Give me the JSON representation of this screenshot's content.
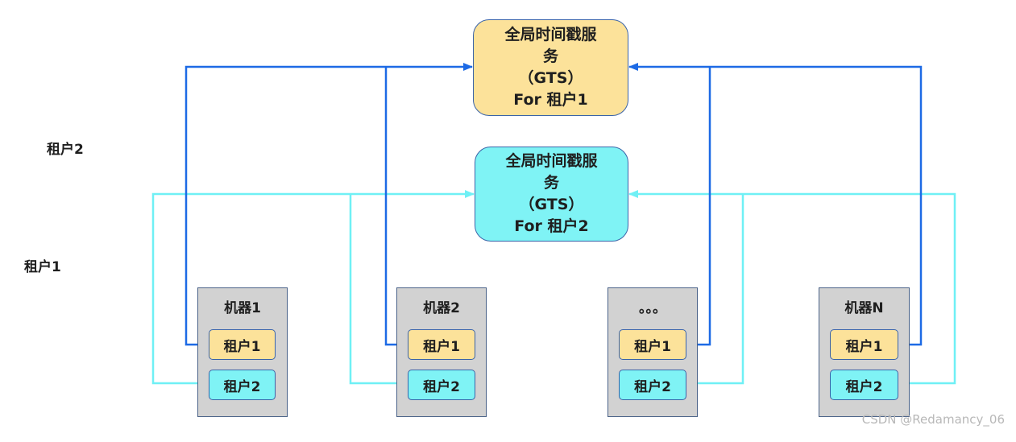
{
  "gts_services": [
    {
      "lines": [
        "全局时间戳服",
        "务",
        "（GTS）",
        "For 租户1"
      ],
      "fill": "#fce29a"
    },
    {
      "lines": [
        "全局时间戳服",
        "务",
        "（GTS）",
        "For 租户2"
      ],
      "fill": "#7ff3f5"
    }
  ],
  "side_labels": {
    "tenant2": "租户2",
    "tenant1": "租户1"
  },
  "machines": [
    {
      "title": "机器1",
      "tenant_a": "租户1",
      "tenant_b": "租户2"
    },
    {
      "title": "机器2",
      "tenant_a": "租户1",
      "tenant_b": "租户2"
    },
    {
      "title": "。。。",
      "tenant_a": "租户1",
      "tenant_b": "租户2"
    },
    {
      "title": "机器N",
      "tenant_a": "租户1",
      "tenant_b": "租户2"
    }
  ],
  "colors": {
    "tenant1_link": "#1d6ae5",
    "tenant2_link": "#6ff0f5",
    "tenant1_fill": "#fce29a",
    "tenant2_fill": "#7ff3f5",
    "machine_fill": "#d2d2d2"
  },
  "watermark": "CSDN @Redamancy_06"
}
